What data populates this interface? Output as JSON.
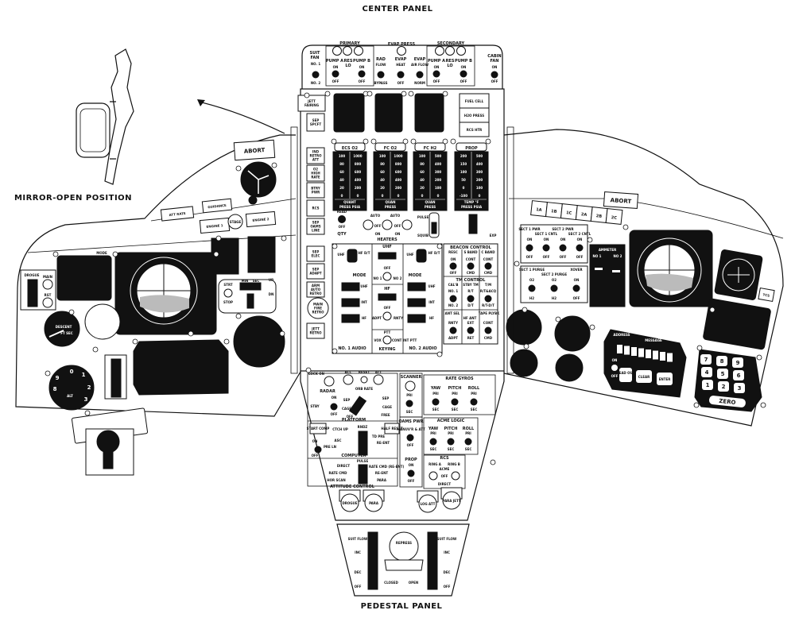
{
  "titles": {
    "center_panel": "CENTER PANEL",
    "pedestal_panel": "PEDESTAL PANEL",
    "mirror": "MIRROR-OPEN POSITION"
  },
  "colors": {
    "ink": "#111111",
    "paper": "#ffffff"
  },
  "center_top": {
    "primary": "PRIMARY",
    "evap_press": "EVAP PRESS",
    "secondary": "SECONDARY",
    "suit_fan": "SUIT",
    "suit_fan2": "FAN",
    "no1": "NO. 1",
    "no2": "NO. 2",
    "off": "OFF",
    "on": "ON",
    "pump_a": "PUMP A",
    "res": "RES",
    "lo": "LO",
    "pump_b": "PUMP B",
    "rad": "RAD",
    "flow": "FLOW",
    "bypass": "BYPASS",
    "evap": "EVAP",
    "heat": "HEAT",
    "air_flow": "AIR FLOW",
    "norm": "NORM",
    "cabin": "CABIN",
    "fan": "FAN"
  },
  "center_buttons": [
    [
      "JETT",
      "FAIRING"
    ],
    [
      "SEP",
      "SPCFT"
    ],
    [
      "IND",
      "RETRO",
      "ATT"
    ],
    [
      "O2",
      "HIGH",
      "RATE"
    ],
    [
      "BTRY",
      "PWR"
    ],
    [
      "RCS"
    ],
    [
      "SEP",
      "OAMS",
      "LINE"
    ],
    [
      "SEP",
      "ELEC"
    ],
    [
      "SEP",
      "ADAPT"
    ],
    [
      "ARM",
      "AUTO",
      "RETRO"
    ],
    [
      "MAIN",
      "FIRE",
      "RETRO"
    ],
    [
      "JETT",
      "RETRO"
    ]
  ],
  "status_lights": [
    "FUEL CELL",
    "H2O PRESS",
    "RCS HTR"
  ],
  "gauges": {
    "ecs_o2": {
      "title": "ECS O2",
      "left": "QUANT",
      "right": "PRESS PSIA",
      "scale_l": [
        "100",
        "80",
        "60",
        "40",
        "20",
        "0"
      ],
      "scale_r": [
        "1000",
        "800",
        "600",
        "400",
        "200",
        "0"
      ]
    },
    "fc_o2": {
      "title": "FC O2",
      "left": "QUAN",
      "right": "PRESS",
      "scale_l": [
        "100",
        "80",
        "60",
        "40",
        "20",
        "0"
      ],
      "scale_r": [
        "1000",
        "800",
        "600",
        "400",
        "200",
        "0"
      ]
    },
    "fc_h2": {
      "title": "FC H2",
      "left": "QUAN",
      "right": "PRESS",
      "scale_l": [
        "100",
        "80",
        "60",
        "40",
        "20",
        "0"
      ],
      "scale_r": [
        "500",
        "400",
        "300",
        "200",
        "100",
        "0"
      ]
    },
    "prop": {
      "title": "PROP",
      "left": "TEMP °F",
      "right": "PRESS PSIA",
      "scale_l": [
        "200",
        "150",
        "100",
        "50",
        "0",
        "-100"
      ],
      "scale_r": [
        "500",
        "400",
        "300",
        "200",
        "100",
        "0"
      ]
    }
  },
  "heaters": {
    "read": "READ",
    "off": "OFF",
    "qty": "QTY",
    "auto": "AUTO",
    "on": "ON",
    "heaters": "HEATERS",
    "pulse": "PULSE",
    "squib": "SQUIB",
    "exp": "EXP"
  },
  "audio": {
    "mode": "MODE",
    "uhf": "UHF",
    "int": "INT",
    "hf": "HF",
    "hf_dt": "HF D/T",
    "no1": "NO. 1 AUDIO",
    "keying": "KEYING",
    "no2": "NO. 2 AUDIO",
    "off": "OFF",
    "sel_no1": "NO 1",
    "sel_no2": "NO 2",
    "adpt": "ADPT",
    "rnty": "RNTY",
    "ptt": "PTT",
    "vox": "VOX",
    "cont_int": "CONT INT PTT",
    "sq": "SQ"
  },
  "beacon": {
    "title": "BEACON CONTROL",
    "resc": "RESC",
    "s_band": "S BAND",
    "c_band": "C BAND",
    "on": "ON",
    "off": "OFF",
    "cont": "CONT",
    "cmd": "CMD",
    "tm_control": "TM CONTROL",
    "calib": "CAL'B",
    "stby_tm": "STBY TM",
    "tm": "T/M",
    "no1": "NO. 1",
    "no2": "NO. 2",
    "rt": "R/T",
    "dt": "D/T",
    "rt_acq": "R/T&ACQ",
    "rt_dt": "R/T-D/T",
    "ant_sel": "ANT SEL",
    "hf_ant": "HF ANT",
    "tape_plybk": "TAPE PLYBK",
    "rnty": "RNTY",
    "adpt": "ADPT",
    "ext": "EXT",
    "ret": "RET"
  },
  "lower_center": {
    "lock_on": "LOCK ON",
    "acc": "ACC",
    "reset": "RESET",
    "att": "ATT",
    "radar": "RADAR",
    "orb_rate": "ORB RATE",
    "stby": "STBY",
    "on": "ON",
    "off": "OFF",
    "sep": "SEP",
    "cage": "CAGE",
    "free": "FREE",
    "platform": "PLATFORM",
    "start_comp": "START COMP",
    "half_reset": "HALF RESET",
    "ctch_up": "CTCH UP",
    "rndz": "RNDZ",
    "td_pre": "TD PRE",
    "asc": "ASC",
    "re_ent": "RE-ENT",
    "pre_ln": "PRE LN",
    "computer": "COMPUTER",
    "pulse": "PULSE",
    "direct": "DIRECT",
    "rate_cmd_reent": "RATE CMD (RE-ENT)",
    "rate_cmd": "RATE CMD",
    "hor_scan": "HOR SCAN",
    "para": "PARA",
    "attitude_control": "ATTITUDE CONTROL",
    "scanner": "SCANNER",
    "pri": "PRI",
    "sec": "SEC",
    "rate_gyros": "RATE GYROS",
    "yaw": "YAW",
    "pitch": "PITCH",
    "roll": "ROLL",
    "oams_pwr": "OAMS PWR",
    "manuvr_att": "MANUV'R & ATT",
    "acme_logic": "ACME LOGIC",
    "rcs": "RCS",
    "ring_a": "RING A",
    "ring_b": "RING B",
    "acme": "ACME",
    "prop": "PROP",
    "drogue": "DROGUE",
    "para_btn": "PARA",
    "log_att": "LOG ATT",
    "para_jett": "PARA JETT"
  },
  "left_panel": {
    "abort": "ABORT",
    "att_rate": "ATT RATE",
    "guidance": "GUIDANCE",
    "engine1": "ENGINE 1",
    "stage": "STAGE",
    "engine2": "ENGINE 2",
    "drogue": "DROGUE",
    "main": "MAIN",
    "rst": "RST",
    "mode": "MODE",
    "descent": "DESCENT",
    "ft_sec": "FT SEC",
    "alt": "ALT",
    "strt": "STRT",
    "stop": "STOP",
    "min": "MIN",
    "sec": "SEC",
    "up": "UP",
    "dn": "DN",
    "reset": "RESET",
    "dial_digits": [
      "0",
      "1",
      "2",
      "3",
      "9",
      "8"
    ]
  },
  "right_panel": {
    "abort": "ABORT",
    "tabs": [
      "1A",
      "1B",
      "1C",
      "2A",
      "2B",
      "2C"
    ],
    "sect_switches": [
      "SECT 1 PWR",
      "SECT 1 CNTL",
      "SECT 2 PWR",
      "SECT 2 CNTL"
    ],
    "purge": [
      "SECT 1 PURGE",
      "SECT 2 PURGE",
      "XOVER"
    ],
    "on": "ON",
    "off": "OFF",
    "o2": "O2",
    "h2": "H2",
    "ammeter": "AMMETER",
    "no1": "NO 1",
    "no2": "NO 2",
    "tcs": "TCS",
    "address": "ADDRESS",
    "message": "MESSAGE",
    "read_out": "READ OUT",
    "clear": "CLEAR",
    "enter": "ENTER",
    "keypad": [
      "7",
      "8",
      "9",
      "4",
      "5",
      "6",
      "1",
      "2",
      "3"
    ],
    "zero": "ZERO"
  },
  "pedestal": {
    "suit_flow": "SUIT FLOW",
    "inc": "INC",
    "dec": "DEC",
    "off": "OFF",
    "repress": "REPRESS",
    "closed": "CLOSED",
    "open": "OPEN"
  }
}
